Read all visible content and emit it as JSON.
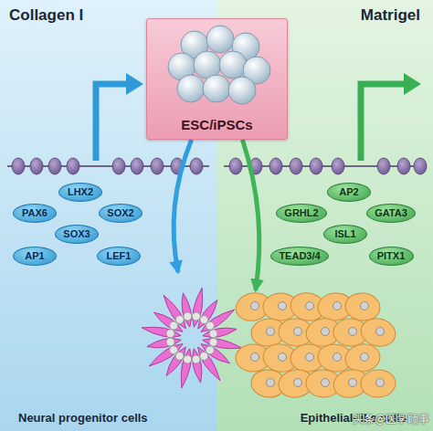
{
  "diagram": {
    "nodes": [
      {
        "text": [
          "Collagen I"
        ]
      },
      {
        "text": [
          "Matrigel"
        ]
      },
      {
        "text": [
          "ESC/iPSCs"
        ]
      },
      {
        "text": [
          "LHX2"
        ],
        "in": 0
      },
      {
        "text": [
          "PAX6"
        ],
        "in": 0
      },
      {
        "text": [
          "SOX2"
        ],
        "in": 0
      },
      {
        "text": [
          "SOX3"
        ],
        "in": 0
      },
      {
        "text": [
          "AP1"
        ],
        "in": 0
      },
      {
        "text": [
          "LEF1"
        ],
        "in": 0
      },
      {
        "text": [
          "AP2"
        ],
        "in": 1
      },
      {
        "text": [
          "GRHL2"
        ],
        "in": 1
      },
      {
        "text": [
          "GATA3"
        ],
        "in": 1
      },
      {
        "text": [
          "ISL1"
        ],
        "in": 1
      },
      {
        "text": [
          "TEAD3/4"
        ],
        "in": 1
      },
      {
        "text": [
          "PITX1"
        ],
        "in": 1
      },
      {
        "text": [
          "Neural progenitor cells"
        ],
        "in": 0
      },
      {
        "text": [
          "Epithelial-like cells"
        ],
        "in": 1
      }
    ],
    "edges": [
      {
        "from": 2,
        "to": 15,
        "arrow": "to"
      },
      {
        "from": 2,
        "to": 16,
        "arrow": "to"
      }
    ],
    "labels": [
      "头条@医学顾事"
    ]
  }
}
